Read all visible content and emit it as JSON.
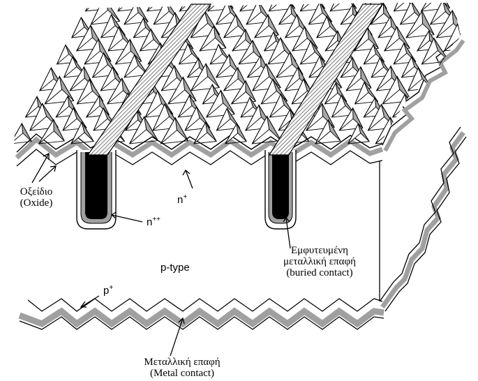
{
  "labels": {
    "oxide": {
      "greek": "Οξείδιο",
      "english": "(Oxide)"
    },
    "n_plus": "n",
    "n_plus_sup": "+",
    "n_plusplus": "n",
    "n_plusplus_sup": "++",
    "p_type": "p-type",
    "p_plus": "p",
    "p_plus_sup": "+",
    "buried_contact": {
      "line1": "Εμφυτευμένη",
      "line2": "μεταλλική επαφή",
      "line3": "(buried contact)"
    },
    "metal_contact": {
      "greek": "Μεταλλική επαφή",
      "english": "(Metal contact)"
    }
  },
  "colors": {
    "pyramid_light": "#ffffff",
    "pyramid_shadow": "#a8a8a8",
    "metal_layer": "#a0a0a0",
    "contact_fill": "#000000",
    "line": "#000000"
  }
}
